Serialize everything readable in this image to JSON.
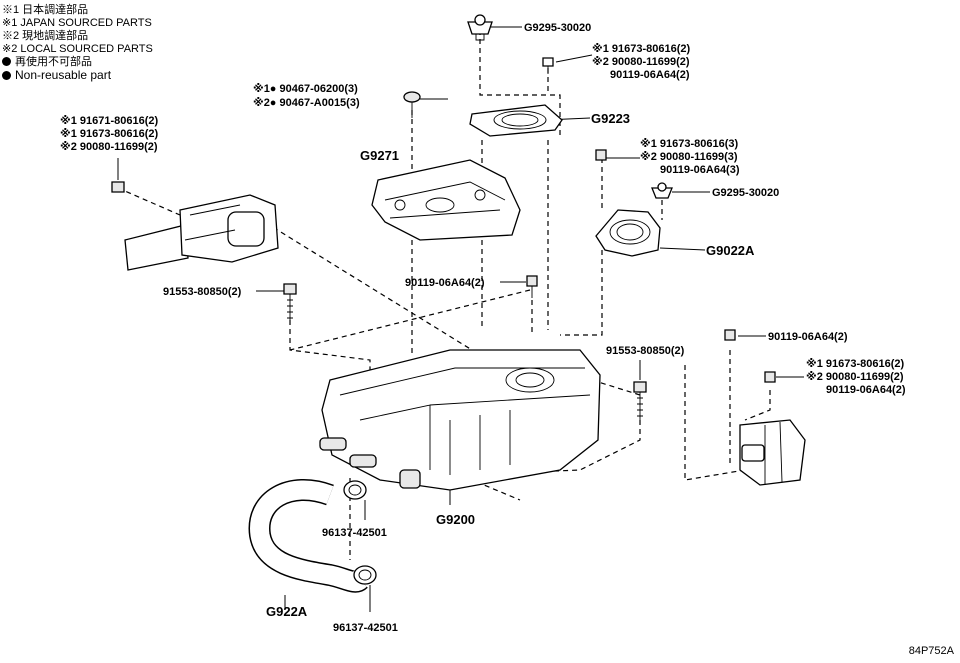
{
  "legend": {
    "line1": "※1 日本調達部品",
    "line2": "※1 JAPAN SOURCED PARTS",
    "line3": "※2 現地調達部品",
    "line4": "※2 LOCAL SOURCED PARTS",
    "line5": "再使用不可部品",
    "line6": "Non-reusable part"
  },
  "labels": {
    "g9295_top": "G9295-30020",
    "top_bolt_1": "※1 91673-80616(2)",
    "top_bolt_2": "※2 90080-11699(2)",
    "top_bolt_3": "90119-06A64(2)",
    "g9223": "G9223",
    "screw_1": "※1● 90467-06200(3)",
    "screw_2": "※2● 90467-A0015(3)",
    "left_bolt_1": "※1 91671-80616(2)",
    "left_bolt_2": "※1 91673-80616(2)",
    "left_bolt_3": "※2 90080-11699(2)",
    "g9271": "G9271",
    "mid_bolt_1": "※1 91673-80616(3)",
    "mid_bolt_2": "※2 90080-11699(3)",
    "mid_bolt_3": "90119-06A64(3)",
    "g9295_mid": "G9295-30020",
    "g9022a": "G9022A",
    "center_bolt": "90119-06A64(2)",
    "left_stud": "91553-80850(2)",
    "right_stud": "91553-80850(2)",
    "right_bolt_top": "90119-06A64(2)",
    "right_bolt_1": "※1 91673-80616(2)",
    "right_bolt_2": "※2 90080-11699(2)",
    "right_bolt_3": "90119-06A64(2)",
    "g9200": "G9200",
    "clamp_top": "96137-42501",
    "g922a": "G922A",
    "clamp_bottom": "96137-42501"
  },
  "reference": "84P752A"
}
